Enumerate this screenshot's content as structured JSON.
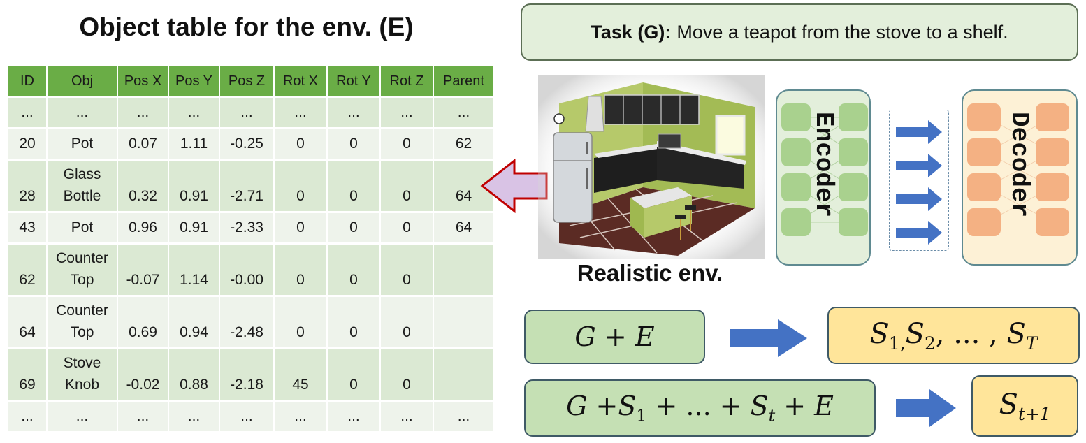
{
  "table": {
    "title": "Object table for the env. (E)",
    "headers": [
      "ID",
      "Obj",
      "Pos X",
      "Pos Y",
      "Pos Z",
      "Rot X",
      "Rot Y",
      "Rot Z",
      "Parent"
    ],
    "rows": [
      {
        "id": "...",
        "obj1": "",
        "obj2": "...",
        "posx": "...",
        "posy": "...",
        "posz": "...",
        "rotx": "...",
        "roty": "...",
        "rotz": "...",
        "parent": "..."
      },
      {
        "id": "20",
        "obj1": "",
        "obj2": "Pot",
        "posx": "0.07",
        "posy": "1.11",
        "posz": "-0.25",
        "rotx": "0",
        "roty": "0",
        "rotz": "0",
        "parent": "62"
      },
      {
        "id": "28",
        "obj1": "Glass",
        "obj2": "Bottle",
        "posx": "0.32",
        "posy": "0.91",
        "posz": "-2.71",
        "rotx": "0",
        "roty": "0",
        "rotz": "0",
        "parent": "64"
      },
      {
        "id": "43",
        "obj1": "",
        "obj2": "Pot",
        "posx": "0.96",
        "posy": "0.91",
        "posz": "-2.33",
        "rotx": "0",
        "roty": "0",
        "rotz": "0",
        "parent": "64"
      },
      {
        "id": "62",
        "obj1": "Counter",
        "obj2": "Top",
        "posx": "-0.07",
        "posy": "1.14",
        "posz": "-0.00",
        "rotx": "0",
        "roty": "0",
        "rotz": "0",
        "parent": ""
      },
      {
        "id": "64",
        "obj1": "Counter",
        "obj2": "Top",
        "posx": "0.69",
        "posy": "0.94",
        "posz": "-2.48",
        "rotx": "0",
        "roty": "0",
        "rotz": "0",
        "parent": ""
      },
      {
        "id": "69",
        "obj1": "Stove",
        "obj2": "Knob",
        "posx": "-0.02",
        "posy": "0.88",
        "posz": "-2.18",
        "rotx": "45",
        "roty": "0",
        "rotz": "0",
        "parent": ""
      },
      {
        "id": "...",
        "obj1": "",
        "obj2": "...",
        "posx": "...",
        "posy": "...",
        "posz": "...",
        "rotx": "...",
        "roty": "...",
        "rotz": "...",
        "parent": "..."
      }
    ]
  },
  "task": {
    "label": "Task (G):",
    "text": "Move a teapot from the stove to a shelf."
  },
  "environment": {
    "caption": "Realistic env."
  },
  "model": {
    "encoder_label": "Encoder",
    "decoder_label": "Decoder"
  },
  "formulas": {
    "f1": {
      "G": "G",
      "plus": "+",
      "E": "E"
    },
    "out1": {
      "S": "S",
      "sub1": "1,",
      "sub2": "2",
      "sepA": ", ",
      "ellipsis": "...",
      "sepB": " , ",
      "subT": "T"
    },
    "f2": {
      "G": "G",
      "plus1": "+",
      "S": "S",
      "sub1": "1",
      "plus2": " + ",
      "ellipsis": "...",
      "plus3": " + ",
      "subt": "t",
      "plus4": " + ",
      "E": "E"
    },
    "out2": {
      "S": "S",
      "sub": "t+1"
    }
  },
  "colors": {
    "table_header": "#6aad46",
    "green_box": "#c5e0b4",
    "yellow_box": "#ffe59a",
    "encoder_node": "#a9d18e",
    "decoder_node": "#f4b183",
    "arrow_blue": "#4472c4",
    "arrow_red_outline": "#c00000",
    "arrow_purple_fill": "#d9c3e5"
  }
}
